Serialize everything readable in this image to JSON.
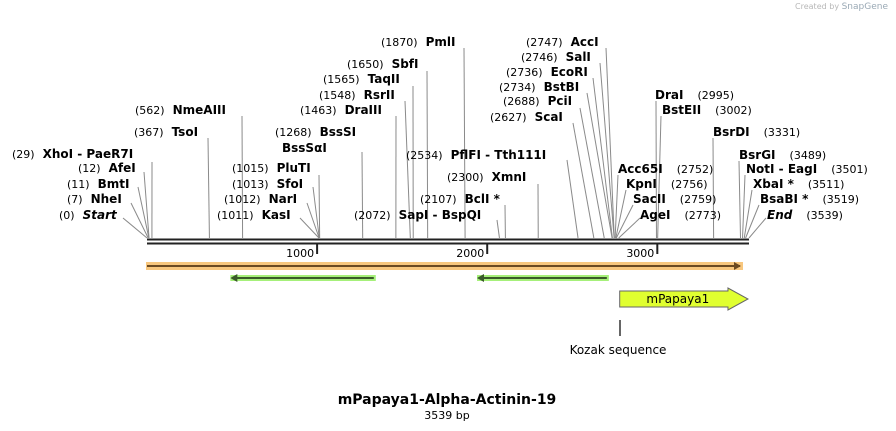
{
  "credit": {
    "prefix": "Created by",
    "brand": "SnapGene"
  },
  "map": {
    "title": "mPapaya1-Alpha-Actinin-19",
    "length_label": "3539 bp",
    "length_bp": 3539,
    "ruler_ticks": [
      "1000",
      "2000",
      "3000"
    ]
  },
  "sites": [
    {
      "pos": 0,
      "label": "(0)",
      "name": "Start",
      "italic": true
    },
    {
      "pos": 7,
      "label": "(7)",
      "name": "NheI"
    },
    {
      "pos": 11,
      "label": "(11)",
      "name": "BmtI"
    },
    {
      "pos": 12,
      "label": "(12)",
      "name": "AfeI"
    },
    {
      "pos": 29,
      "label": "(29)",
      "name": "XhoI  - PaeR7I"
    },
    {
      "pos": 367,
      "label": "(367)",
      "name": "TsoI"
    },
    {
      "pos": 562,
      "label": "(562)",
      "name": "NmeAIII"
    },
    {
      "pos": 1011,
      "label": "(1011)",
      "name": "KasI"
    },
    {
      "pos": 1012,
      "label": "(1012)",
      "name": "NarI"
    },
    {
      "pos": 1013,
      "label": "(1013)",
      "name": "SfoI"
    },
    {
      "pos": 1015,
      "label": "(1015)",
      "name": "PluTI"
    },
    {
      "pos": 1268,
      "label": "(1268)",
      "name": "BssSI",
      "name2": "BssSαI"
    },
    {
      "pos": 1463,
      "label": "(1463)",
      "name": "DraIII"
    },
    {
      "pos": 1548,
      "label": "(1548)",
      "name": "RsrII"
    },
    {
      "pos": 1565,
      "label": "(1565)",
      "name": "TaqII"
    },
    {
      "pos": 1650,
      "label": "(1650)",
      "name": "SbfI"
    },
    {
      "pos": 1870,
      "label": "(1870)",
      "name": "PmlI"
    },
    {
      "pos": 2072,
      "label": "(2072)",
      "name": "SapI  - BspQI"
    },
    {
      "pos": 2107,
      "label": "(2107)",
      "name": "BclI *"
    },
    {
      "pos": 2300,
      "label": "(2300)",
      "name": "XmnI"
    },
    {
      "pos": 2534,
      "label": "(2534)",
      "name": "PflFI  - Tth111I"
    },
    {
      "pos": 2627,
      "label": "(2627)",
      "name": "ScaI"
    },
    {
      "pos": 2688,
      "label": "(2688)",
      "name": "PciI"
    },
    {
      "pos": 2734,
      "label": "(2734)",
      "name": "BstBI"
    },
    {
      "pos": 2736,
      "label": "(2736)",
      "name": "EcoRI"
    },
    {
      "pos": 2746,
      "label": "(2746)",
      "name": "SalI"
    },
    {
      "pos": 2747,
      "label": "(2747)",
      "name": "AccI"
    },
    {
      "pos": 2752,
      "label": "(2752)",
      "name": "Acc65I",
      "right": true
    },
    {
      "pos": 2756,
      "label": "(2756)",
      "name": "KpnI",
      "right": true
    },
    {
      "pos": 2759,
      "label": "(2759)",
      "name": "SacII",
      "right": true
    },
    {
      "pos": 2773,
      "label": "(2773)",
      "name": "AgeI",
      "right": true
    },
    {
      "pos": 2995,
      "label": "(2995)",
      "name": "DraI",
      "right": true
    },
    {
      "pos": 3002,
      "label": "(3002)",
      "name": "BstEII",
      "right": true
    },
    {
      "pos": 3331,
      "label": "(3331)",
      "name": "BsrDI",
      "right": true
    },
    {
      "pos": 3489,
      "label": "(3489)",
      "name": "BsrGI",
      "right": true
    },
    {
      "pos": 3501,
      "label": "(3501)",
      "name": "NotI  - EagI",
      "right": true
    },
    {
      "pos": 3511,
      "label": "(3511)",
      "name": "XbaI *",
      "right": true
    },
    {
      "pos": 3519,
      "label": "(3519)",
      "name": "BsaBI *",
      "right": true
    },
    {
      "pos": 3539,
      "label": "(3539)",
      "name": "End",
      "italic": true,
      "right": true
    }
  ],
  "features": [
    {
      "name": "backbone-feature",
      "start": 0,
      "end": 3539,
      "direction": "forward",
      "color": "#f8c77e"
    },
    {
      "name": "reverse-feature-1",
      "start": 490,
      "end": 1345,
      "direction": "reverse",
      "color": "#a6f07a"
    },
    {
      "name": "reverse-feature-2",
      "start": 1940,
      "end": 2715,
      "direction": "reverse",
      "color": "#a6f07a"
    },
    {
      "name": "mPapaya1",
      "label": "mPapaya1",
      "start": 2773,
      "end": 3480,
      "direction": "forward",
      "color": "#e0ff30"
    }
  ],
  "annotations": [
    {
      "label": "Kozak sequence",
      "pos": 2773
    }
  ]
}
